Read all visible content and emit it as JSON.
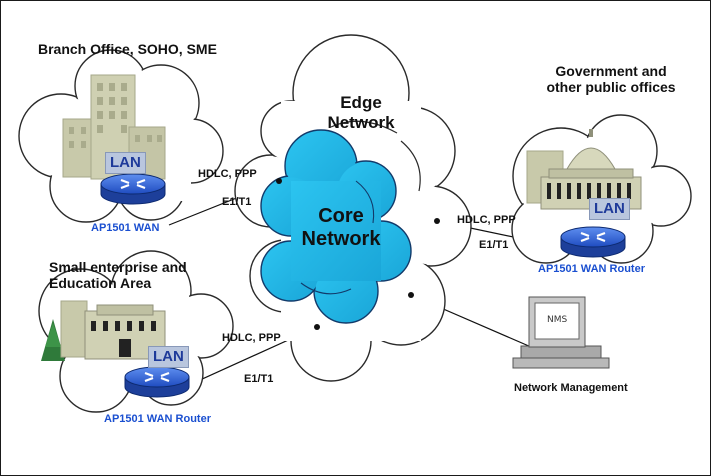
{
  "labels": {
    "branch_office": "Branch Office, SOHO, SME",
    "government_line1": "Government and",
    "government_line2": "other public offices",
    "small_enterprise_line1": "Small enterprise and",
    "small_enterprise_line2": "Education Area",
    "edge_network_line1": "Edge",
    "edge_network_line2": "Network",
    "core_network_line1": "Core",
    "core_network_line2": "Network",
    "network_management": "Network Management",
    "nms": "NMS"
  },
  "routers": {
    "branch": "AP1501 WAN",
    "government": "AP1501 WAN Router",
    "small_enterprise": "AP1501 WAN Router"
  },
  "links": {
    "branch_protocol": "HDLC, PPP",
    "branch_line": "E1/T1",
    "government_protocol": "HDLC, PPP",
    "government_line": "E1/T1",
    "small_protocol": "HDLC, PPP",
    "small_line": "E1/T1"
  },
  "lan": "LAN",
  "colors": {
    "core_cloud": "#1eb8e8",
    "router": "#2a5fd0",
    "router_label": "#1a4fd0",
    "lan_badge": "#b9c6de",
    "building": "#c6c8a8"
  }
}
